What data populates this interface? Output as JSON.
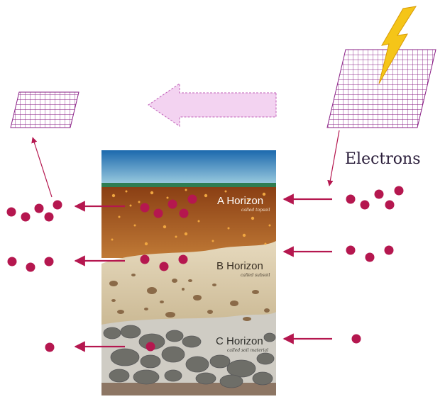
{
  "labels": {
    "electrons": "Electrons",
    "a_horizon": "A Horizon",
    "a_sub": "called topsoil",
    "b_horizon": "B Horizon",
    "b_sub": "called subsoil",
    "c_horizon": "C Horizon",
    "c_sub": "called soil material"
  },
  "electron_counts": {
    "right_a": 5,
    "right_b": 3,
    "right_c": 1,
    "inside_a": 5,
    "inside_b": 3,
    "inside_c": 1,
    "left_a": 5,
    "left_b": 3,
    "left_c": 1
  },
  "colors": {
    "electron": "#b5174f",
    "arrow": "#b5174f",
    "grid": "#8a1f86",
    "big_arrow_fill": "#f3d3f1",
    "big_arrow_stroke": "#c060b8",
    "lightning": "#f5c518",
    "sky_top": "#1c69ad",
    "sky_bottom": "#a6d3e3",
    "grass": "#2f7d52",
    "a_layer": "#a85a23",
    "b_layer": "#d5c6a8",
    "c_layer": "#cfccc4",
    "rock": "#6e6e68"
  }
}
